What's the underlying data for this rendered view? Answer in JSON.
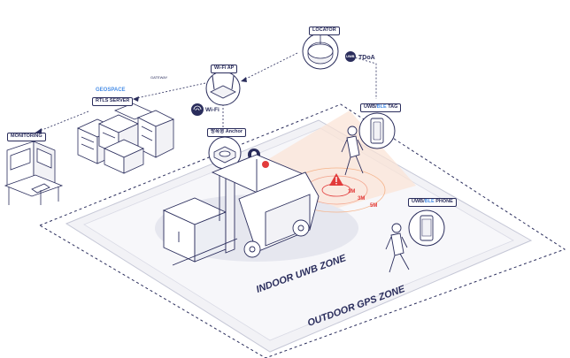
{
  "labels": {
    "locator": "LOCATOR",
    "uwb": "UWB",
    "tdoa": "TDoA",
    "wifi_ap": "Wi-Fi AP",
    "rtls_server": "RTLS SERVER",
    "gateway": "GATEWAY",
    "wifi": "Wi-Fi",
    "anchor": "방폭형 Anchor",
    "monitoring": "MONITORING",
    "uwb_ble_tag_prefix": "UWB/",
    "uwb_ble_tag_ble": "BLE",
    "uwb_ble_tag_suffix": " TAG",
    "uwb_ble_phone_prefix": "UWB/",
    "uwb_ble_phone_ble": "BLE",
    "uwb_ble_phone_suffix": " PHONE",
    "logo": "GEOSPACE",
    "dist_1m": "1M",
    "dist_3m": "3M",
    "dist_5m": "5M",
    "indoor_zone": "INDOOR UWB ZONE",
    "outdoor_zone": "OUTDOOR GPS ZONE"
  },
  "colors": {
    "line": "#2a2d5c",
    "accent_blue": "#4a8fe7",
    "alert_red": "#e23b3b",
    "halo": "#f5b38a",
    "zone_fill": "#f2f2f6",
    "shadow": "#e6e7ef"
  },
  "icons": [
    "locator-icon",
    "wifi-ap-icon",
    "server-rack-icon",
    "monitor-desk-icon",
    "anchor-icon",
    "forklift-icon",
    "worker-icon",
    "tag-icon",
    "phone-icon",
    "warning-icon",
    "wifi-icon",
    "siren-icon"
  ]
}
